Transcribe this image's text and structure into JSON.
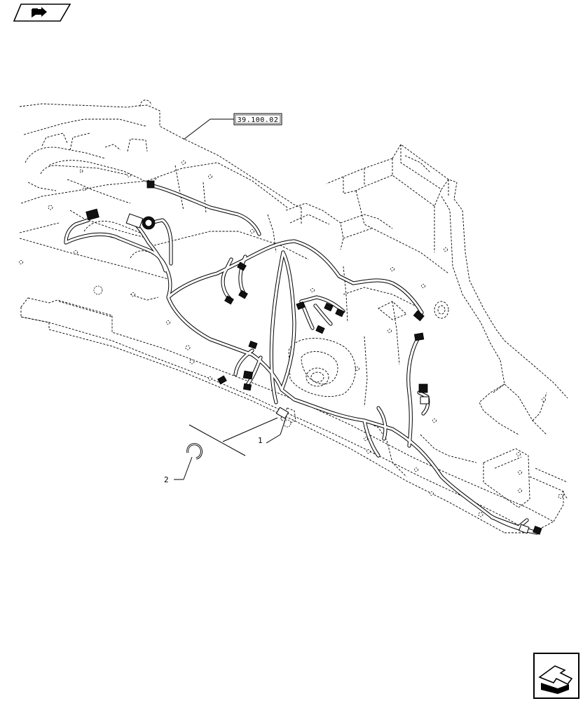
{
  "corner_icons": {
    "top_left": "book-arrow-icon",
    "bottom_right": "next-page-arrow-icon"
  },
  "reference_box": {
    "label": "39.100.02"
  },
  "callouts": [
    {
      "number": "1"
    },
    {
      "number": "2"
    }
  ]
}
